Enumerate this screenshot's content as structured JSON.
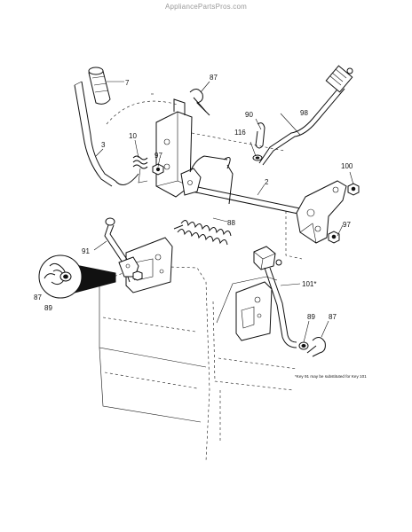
{
  "watermark": "AppliancePartsPros.com",
  "callouts": {
    "c7": "7",
    "c87a": "87",
    "c98": "98",
    "c90": "90",
    "c116": "116",
    "c3": "3",
    "c10": "10",
    "c97a": "97",
    "c2": "2",
    "c100": "100",
    "c88": "88",
    "c97b": "97",
    "c91": "91",
    "c87b": "87",
    "c89a": "89",
    "c101": "101*",
    "c89b": "89",
    "c87c": "87"
  },
  "footnote": "*Key 91 may be substituted for Key 101"
}
